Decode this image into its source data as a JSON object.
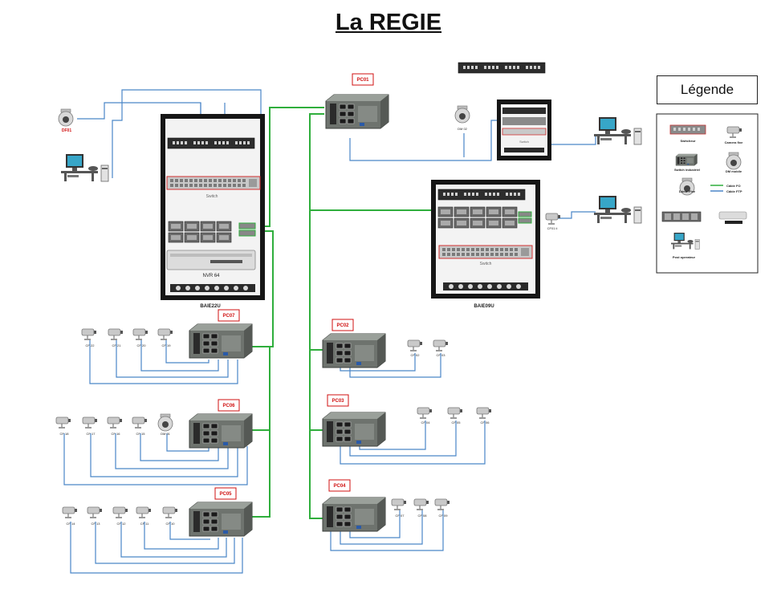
{
  "title": "La REGIE",
  "legend": {
    "title": "Légende",
    "items": {
      "switch": "Switcheur",
      "fixed_camera": "Camera fixe",
      "industrial_switch": "Switch industriel",
      "mobile_dome": "DM mobile",
      "fixed_dome": "Dôme Fixe",
      "fo_cable": "Câble FO",
      "ftp_cable": "Câble FTP",
      "operator_post": "Post operateur"
    }
  },
  "racks": {
    "rack_left": "BAIE22U",
    "rack_right": "BAIE09U",
    "switch_label": "Switch",
    "nvr_label": "NVR 64"
  },
  "nodes": {
    "pc01": "PC01",
    "pc02": "PC02",
    "pc03": "PC03",
    "pc04": "PC04",
    "pc05": "PC05",
    "pc06": "PC06",
    "pc07": "PC07",
    "df01": "DF01",
    "dm02": "DM 02",
    "dm01": "DM 01",
    "cf01": "CF01 ii"
  },
  "cameras": {
    "pc07_group": [
      "CF 22",
      "CF 21",
      "CF 20",
      "CF 19"
    ],
    "pc06_group": [
      "CF 18",
      "CF 17",
      "CF 16",
      "CF 15"
    ],
    "pc05_group": [
      "CF 14",
      "CF 13",
      "CF 12",
      "CF 11",
      "CF 10"
    ],
    "pc02_group": [
      "CF 02",
      "CF 03"
    ],
    "pc03_group": [
      "CF 04",
      "CF 05",
      "CF 06"
    ],
    "pc04_group": [
      "CF 07",
      "CF 08",
      "CF 09"
    ]
  },
  "colors": {
    "fo_cable": "#2fae3c",
    "ftp_cable": "#4a86c8",
    "label_red": "#d01010",
    "rack_black": "#161616",
    "device_gray": "#7a7f7a"
  }
}
